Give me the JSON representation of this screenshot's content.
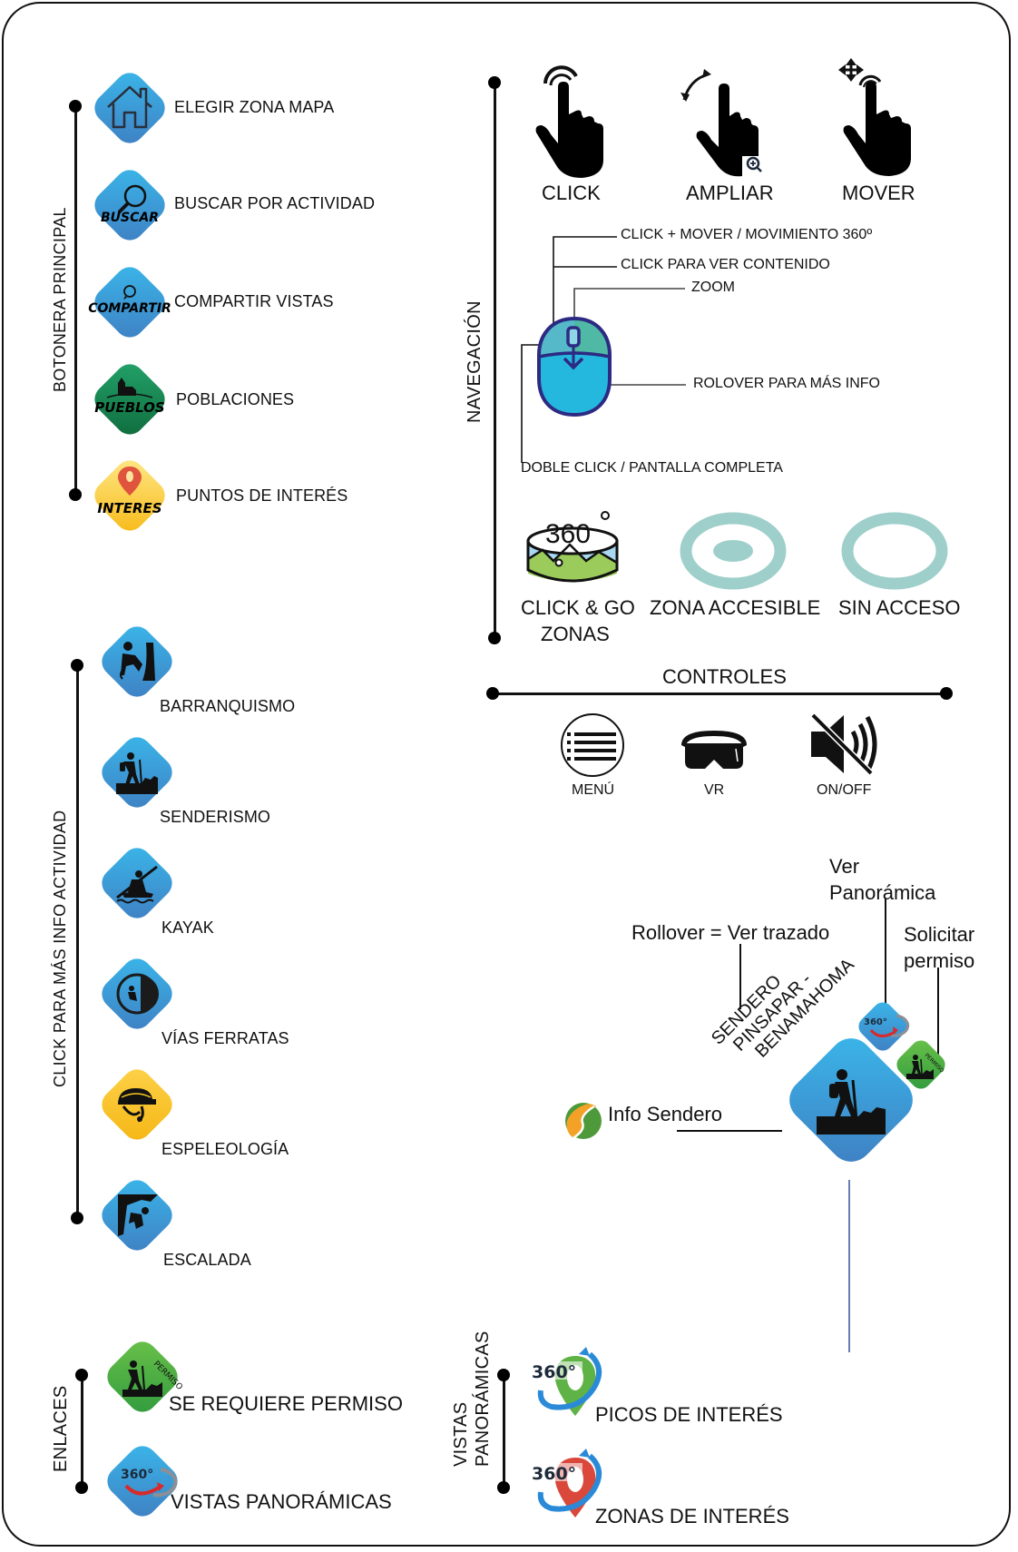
{
  "botonera": {
    "title": "BOTONERA  PRINCIPAL",
    "items": [
      {
        "label": "ELEGIR  ZONA MAPA",
        "icon": "home-icon",
        "badge": ""
      },
      {
        "label": "BUSCAR POR ACTIVIDAD",
        "icon": "search-icon",
        "badge": "BUSCAR"
      },
      {
        "label": "COMPARTIR VISTAS",
        "icon": "whatsapp-icon",
        "badge": "COMPARTIR"
      },
      {
        "label": "POBLACIONES",
        "icon": "village-icon",
        "badge": "PUEBLOS"
      },
      {
        "label": "PUNTOS DE INTERÉS",
        "icon": "map-pin-icon",
        "badge": "INTERES"
      }
    ]
  },
  "actividades": {
    "title": "CLICK PARA MÁS INFO  ACTIVIDAD",
    "items": [
      {
        "label": "BARRANQUISMO",
        "icon": "canyoning-icon",
        "color": "#3f9ad8"
      },
      {
        "label": "SENDERISMO",
        "icon": "hiker-icon",
        "color": "#3f9ad8"
      },
      {
        "label": "KAYAK",
        "icon": "kayak-icon",
        "color": "#3f9ad8"
      },
      {
        "label": "VÍAS FERRATAS",
        "icon": "via-ferrata-icon",
        "color": "#3f9ad8"
      },
      {
        "label": "ESPELEOLOGÍA",
        "icon": "caving-helmet-icon",
        "color": "#f8c81e"
      },
      {
        "label": "ESCALADA",
        "icon": "climber-icon",
        "color": "#3f9ad8"
      }
    ]
  },
  "enlaces": {
    "title": "ENLACES",
    "items": [
      {
        "label": "SE REQUIERE PERMISO",
        "icon": "permit-hiker-icon",
        "badge": "PERMISO"
      },
      {
        "label": "VISTAS PANORÁMICAS",
        "icon": "panorama-360-icon",
        "badge": "360°"
      }
    ]
  },
  "navegacion": {
    "title": "NAVEGACIÓN",
    "gestures": [
      {
        "label": "CLICK",
        "icon": "tap-hand-icon"
      },
      {
        "label": "AMPLIAR",
        "icon": "pinch-zoom-hand-icon"
      },
      {
        "label": "MOVER",
        "icon": "drag-hand-icon"
      }
    ],
    "mouse": {
      "click_mover": "CLICK + MOVER  /  MOVIMIENTO 360º",
      "click_contenido": "CLICK PARA VER CONTENIDO",
      "zoom": "ZOOM",
      "rollover": "ROLOVER PARA MÁS INFO",
      "doble_click": "DOBLE CLICK / PANTALLA COMPLETA"
    },
    "zonas": [
      {
        "label_line1": "CLICK & GO",
        "label_line2": "ZONAS",
        "icon": "360-scene-icon"
      },
      {
        "label_line1": "ZONA ACCESIBLE",
        "label_line2": "",
        "icon": "accessible-zone-icon",
        "color": "#9ecfcb"
      },
      {
        "label_line1": "SIN ACCESO",
        "label_line2": "",
        "icon": "no-access-zone-icon",
        "color": "#9ecfcb"
      }
    ]
  },
  "controles": {
    "title": "CONTROLES",
    "items": [
      {
        "label": "MENÚ",
        "icon": "menu-icon"
      },
      {
        "label": "VR",
        "icon": "vr-headset-icon"
      },
      {
        "label": "ON/OFF",
        "icon": "mute-speaker-icon"
      }
    ]
  },
  "ejemplo": {
    "ver_panoramica": [
      "Ver",
      "Panorámica"
    ],
    "rollover": "Rollover = Ver trazado",
    "solicitar_permiso": [
      "Solicitar",
      "permiso"
    ],
    "sendero_name": [
      "SENDERO",
      "PINSAPAR -",
      "BENAMAHOMA"
    ],
    "info_sendero": "Info Sendero",
    "small_360": "360°",
    "small_permiso": "PERMISO"
  },
  "vistas_panoramicas": {
    "title_line1": "VISTAS",
    "title_line2": "PANORÁMICAS",
    "items": [
      {
        "label": "PICOS DE INTERÉS",
        "icon": "360-green-pin-icon",
        "badge": "360°",
        "color": "#5fb346"
      },
      {
        "label": "ZONAS DE INTERÉS",
        "icon": "360-red-pin-icon",
        "badge": "360°",
        "color": "#d9483b"
      }
    ]
  }
}
